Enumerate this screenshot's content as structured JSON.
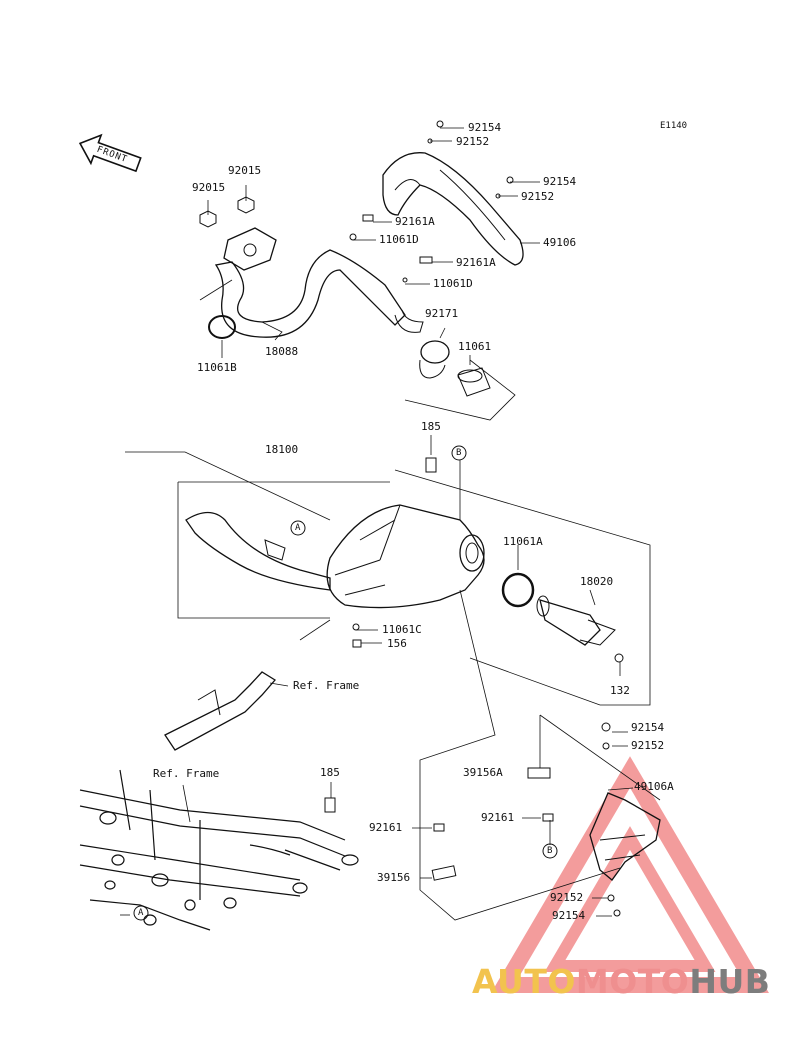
{
  "diagram_code": "E1140",
  "front_label": "FRONT",
  "parts": {
    "p92154_a": "92154",
    "p92152_a": "92152",
    "p92154_b": "92154",
    "p92152_b": "92152",
    "p92015_a": "92015",
    "p92015_b": "92015",
    "p92161A_a": "92161A",
    "p11061D_a": "11061D",
    "p49106": "49106",
    "p92161A_b": "92161A",
    "p11061D_b": "11061D",
    "p92171": "92171",
    "p11061": "11061",
    "p11061B": "11061B",
    "p18088": "18088",
    "p185_a": "185",
    "p18100": "18100",
    "p11061A": "11061A",
    "p18020": "18020",
    "p11061C": "11061C",
    "p156": "156",
    "p132": "132",
    "ref_frame_a": "Ref. Frame",
    "ref_frame_b": "Ref. Frame",
    "p185_b": "185",
    "p92154_c": "92154",
    "p92152_c": "92152",
    "p39156A": "39156A",
    "p49106A": "49106A",
    "p92161_a": "92161",
    "p92161_b": "92161",
    "p39156": "39156",
    "p92152_d": "92152",
    "p92154_d": "92154"
  },
  "callouts": {
    "A": "A",
    "B": "B"
  },
  "watermark": {
    "part1": "AUTO",
    "part2": "MOTO",
    "part3": "HUB"
  }
}
